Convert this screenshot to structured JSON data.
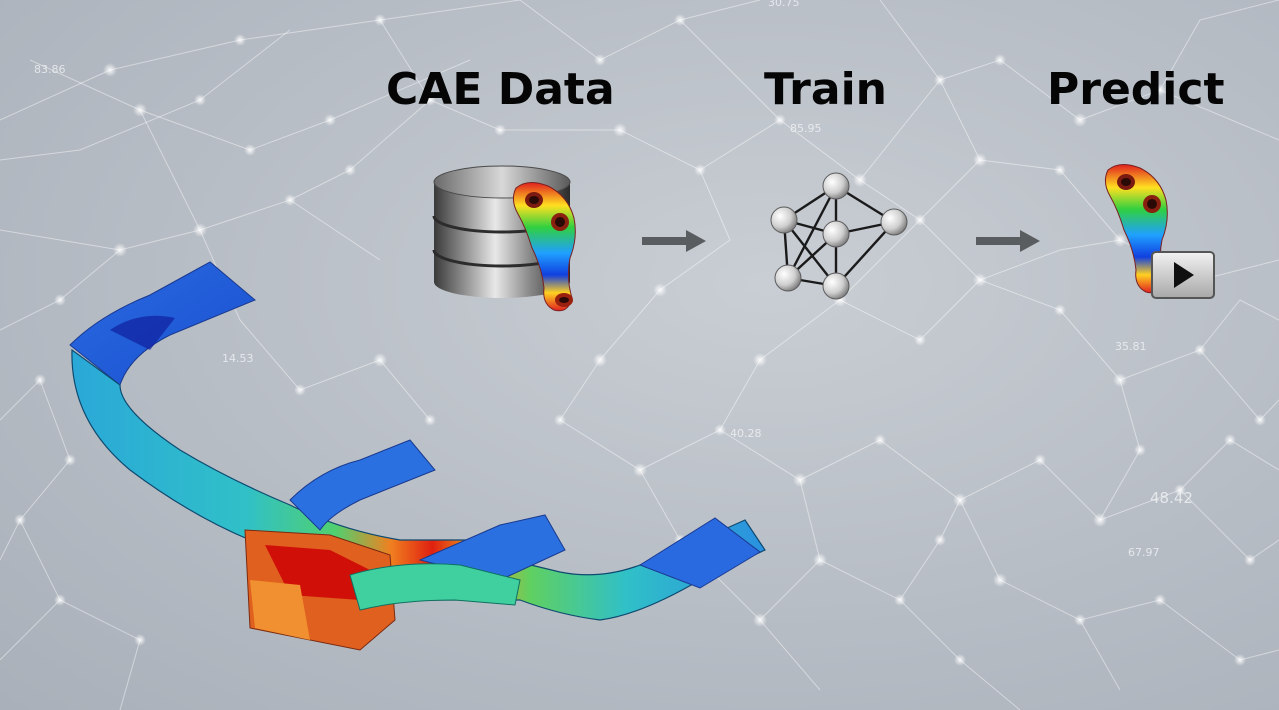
{
  "steps": {
    "cae_data": "CAE Data",
    "train": "Train",
    "predict": "Predict"
  },
  "background_numbers": [
    "30.75",
    "83.86",
    "85.95",
    "14.53",
    "40.28",
    "35.81",
    "48.42",
    "67.97"
  ],
  "colors": {
    "background": "#b9bfc6",
    "network_lines": "#ffffff",
    "arrow": "#5a5d60",
    "title_text": "#050505"
  },
  "icons": [
    "database-icon",
    "bracket-contour-icon",
    "neural-network-icon",
    "play-icon",
    "crossmember-contour-model"
  ]
}
